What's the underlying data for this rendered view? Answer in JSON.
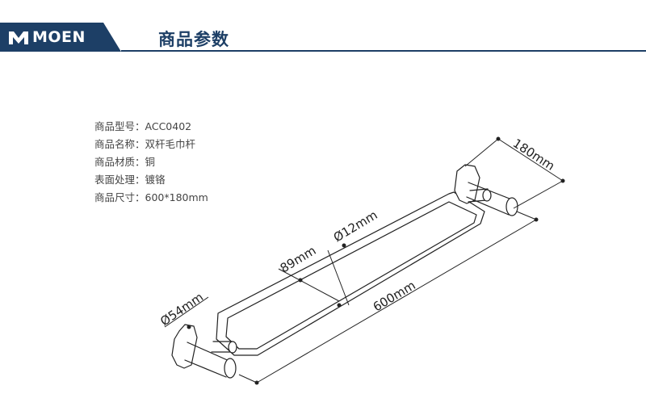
{
  "brand": {
    "name": "MOEN",
    "logo_icon": "moen-logo-mark-icon",
    "color": "#1d3f66"
  },
  "section": {
    "title": "商品参数"
  },
  "specs": [
    {
      "label": "商品型号：",
      "value": "ACC0402"
    },
    {
      "label": "商品名称：",
      "value": "双杆毛巾杆"
    },
    {
      "label": "商品材质：",
      "value": "铜"
    },
    {
      "label": "表面处理：",
      "value": "镀铬"
    },
    {
      "label": "商品尺寸：",
      "value": "600*180mm"
    }
  ],
  "dimensions": {
    "depth": "180mm",
    "tube_diameter": "Ø12mm",
    "bar_spacing": "89mm",
    "length": "600mm",
    "base_diameter": "Ø54mm"
  }
}
